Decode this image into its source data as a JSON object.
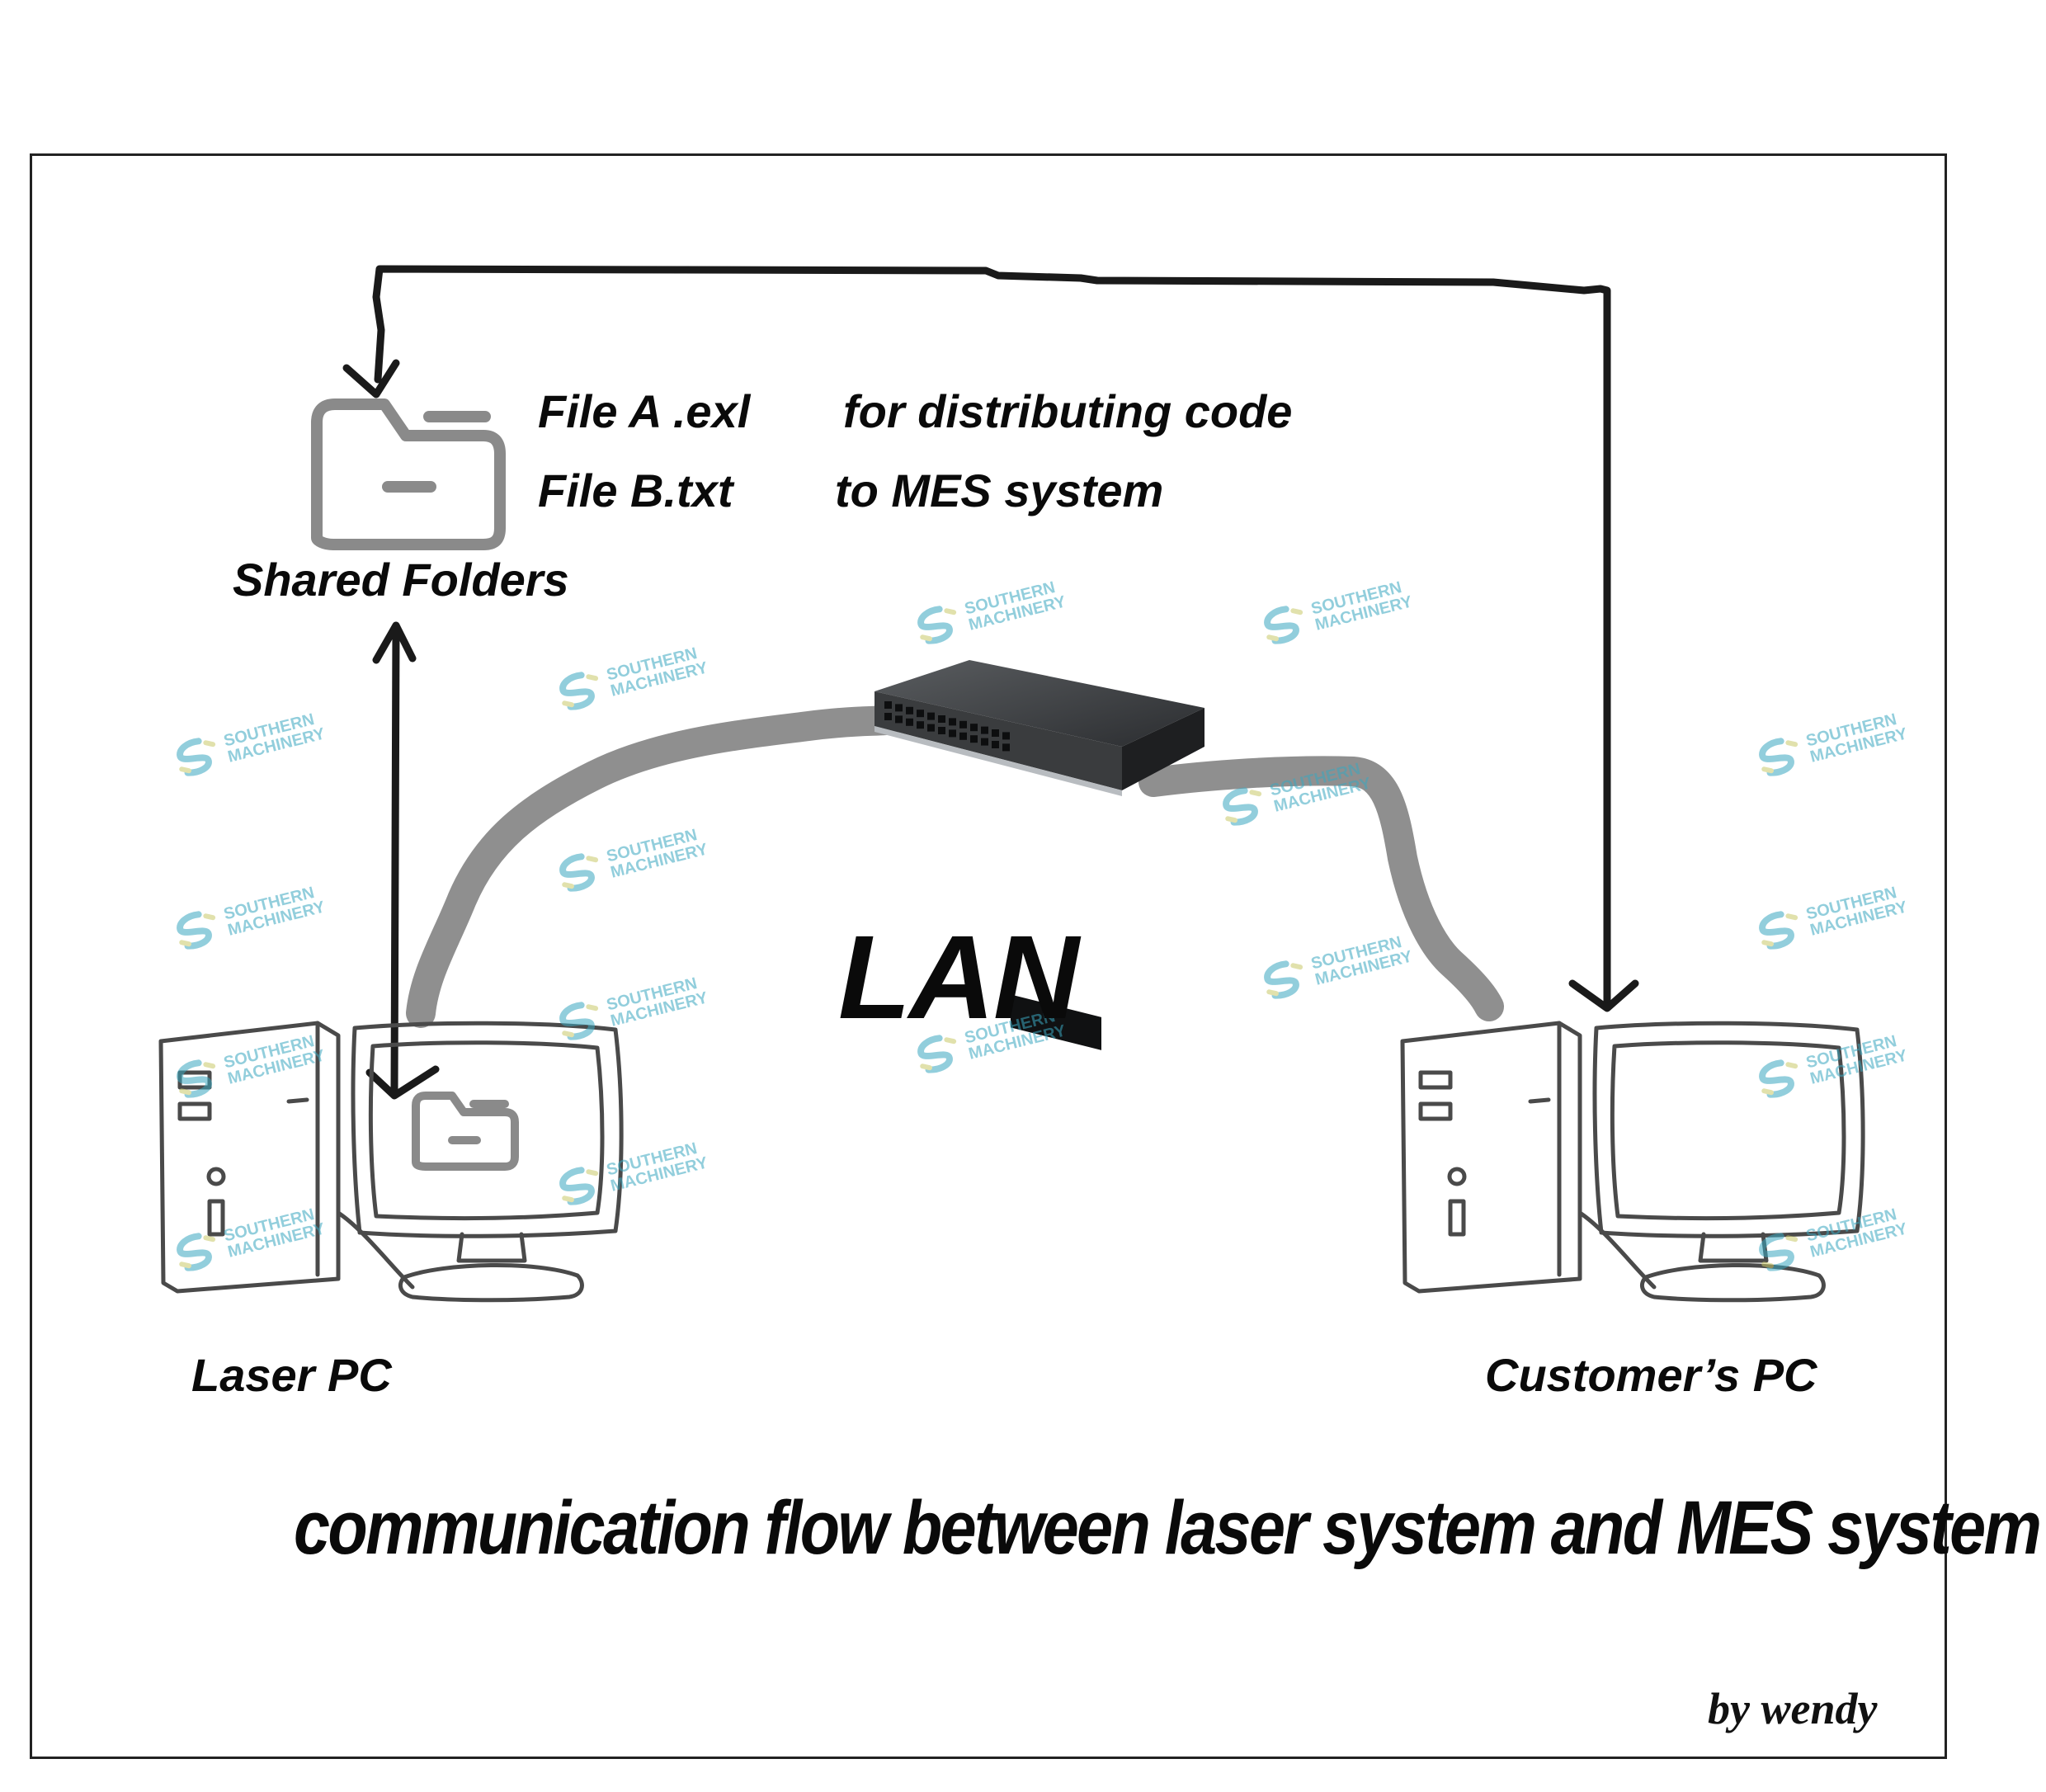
{
  "diagram": {
    "folder_label": "Shared Folders",
    "files": [
      {
        "name": "File A .exl",
        "purpose": "for distributing code"
      },
      {
        "name": "File B.txt",
        "purpose": "to MES system"
      }
    ],
    "network_label": "LAN",
    "nodes": {
      "laser_pc": "Laser PC",
      "customer_pc": "Customer’s PC",
      "network_switch": "network-switch-icon",
      "shared_folder": "folder-icon"
    },
    "title": "communication flow between laser system and MES system",
    "author": "by wendy",
    "watermark": {
      "line1": "SOUTHERN",
      "line2": "MACHINERY"
    },
    "colors": {
      "arrow": "#1a1a1a",
      "cable": "#8f8f8f",
      "folder": "#8a8a8a",
      "sketch": "#4a4a4a",
      "watermark": "#3aa7c0",
      "watermark_accent": "#c9c96a"
    }
  }
}
